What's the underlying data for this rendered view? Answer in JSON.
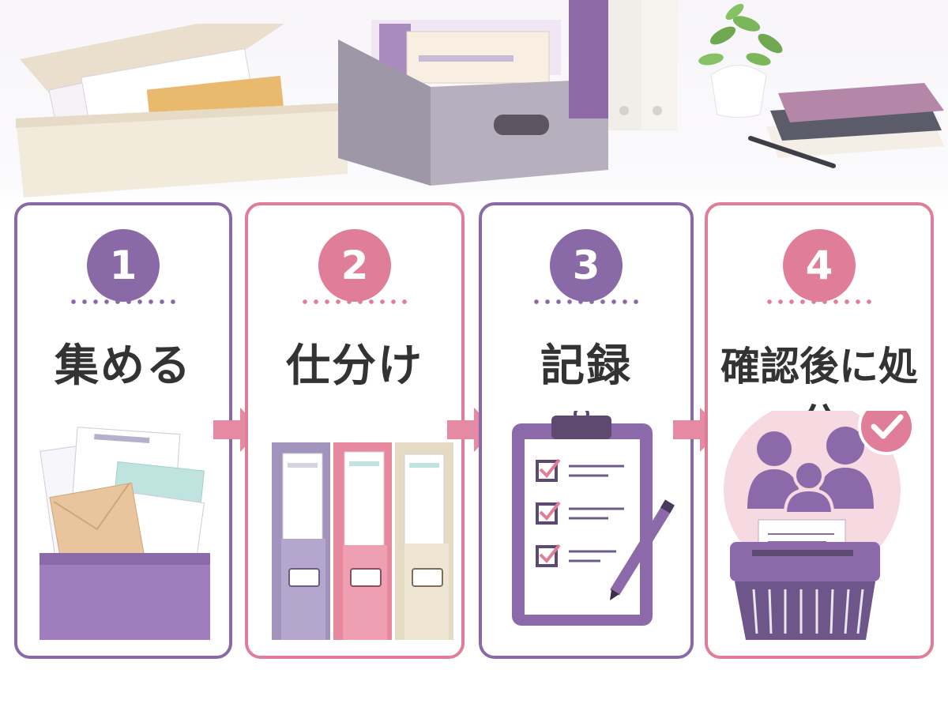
{
  "steps": [
    {
      "number": "1",
      "label": "集める"
    },
    {
      "number": "2",
      "label": "仕分け"
    },
    {
      "number": "3",
      "label": "記録"
    },
    {
      "number": "4",
      "label": "確認後に処分"
    }
  ],
  "colors": {
    "purple": "#8a6aa6",
    "pink": "#e07d98",
    "beige": "#efe4cf",
    "text": "#333333"
  },
  "icons": [
    "document-tray-icon",
    "file-boxes-icon",
    "clipboard-checklist-icon",
    "family-shredder-icon",
    "check-badge-icon",
    "step-arrow-icon"
  ]
}
